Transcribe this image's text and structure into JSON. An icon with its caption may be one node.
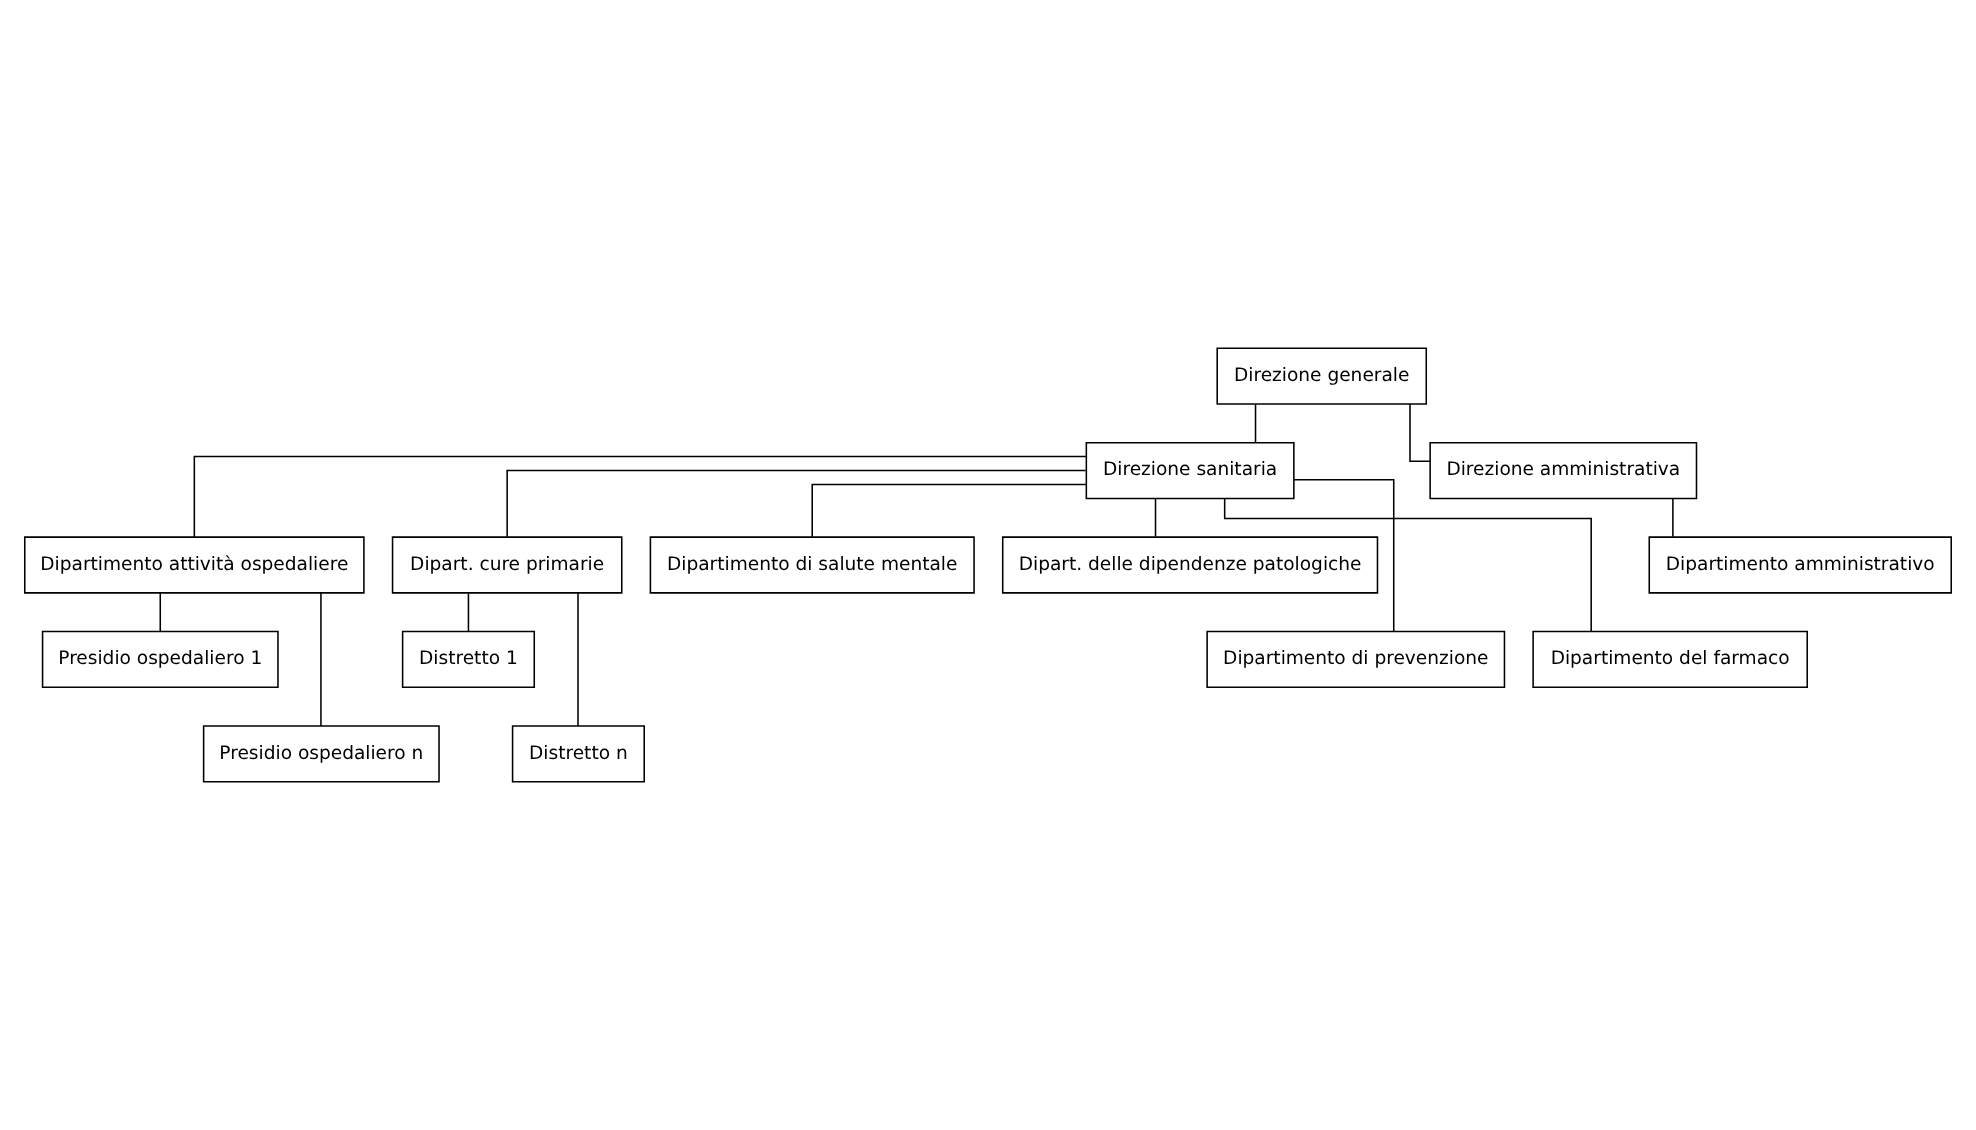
{
  "diagram": {
    "nodes": [
      {
        "text": [
          "Direzione generale"
        ]
      },
      {
        "text": [
          "Direzione sanitaria"
        ]
      },
      {
        "text": [
          "Direzione amministrativa"
        ]
      },
      {
        "text": [
          "Dipartimento attività ospedaliere"
        ]
      },
      {
        "text": [
          "Dipart. cure primarie"
        ]
      },
      {
        "text": [
          "Dipartimento di salute mentale"
        ]
      },
      {
        "text": [
          "Dipart. delle dipendenze patologiche"
        ]
      },
      {
        "text": [
          "Dipartimento di prevenzione"
        ]
      },
      {
        "text": [
          "Dipartimento del farmaco"
        ]
      },
      {
        "text": [
          "Dipartimento amministrativo"
        ]
      },
      {
        "text": [
          "Presidio ospedaliero 1"
        ]
      },
      {
        "text": [
          "Presidio ospedaliero n"
        ]
      },
      {
        "text": [
          "Distretto 1"
        ]
      },
      {
        "text": [
          "Distretto n"
        ]
      }
    ],
    "edges": [
      {
        "from": 0,
        "to": 1,
        "arrow": "none"
      },
      {
        "from": 0,
        "to": 2,
        "arrow": "none"
      },
      {
        "from": 1,
        "to": 3,
        "arrow": "none"
      },
      {
        "from": 1,
        "to": 4,
        "arrow": "none"
      },
      {
        "from": 1,
        "to": 5,
        "arrow": "none"
      },
      {
        "from": 1,
        "to": 7,
        "arrow": "none"
      },
      {
        "from": 1,
        "to": 6,
        "arrow": "none"
      },
      {
        "from": 1,
        "to": 8,
        "arrow": "none"
      },
      {
        "from": 2,
        "to": 9,
        "arrow": "none"
      },
      {
        "from": 3,
        "to": 10,
        "arrow": "none"
      },
      {
        "from": 3,
        "to": 11,
        "arrow": "none"
      },
      {
        "from": 4,
        "to": 12,
        "arrow": "none"
      },
      {
        "from": 4,
        "to": 13,
        "arrow": "none"
      }
    ]
  }
}
